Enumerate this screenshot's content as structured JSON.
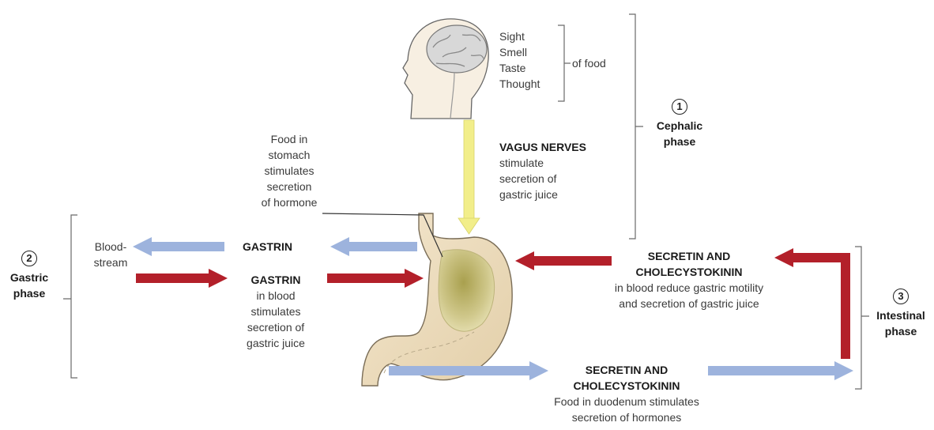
{
  "senses": {
    "items": [
      "Sight",
      "Smell",
      "Taste",
      "Thought"
    ],
    "suffix": "of food"
  },
  "cephalic": {
    "number": "1",
    "label_line1": "Cephalic",
    "label_line2": "phase"
  },
  "gastric": {
    "number": "2",
    "label_line1": "Gastric",
    "label_line2": "phase"
  },
  "intestinal": {
    "number": "3",
    "label_line1": "Intestinal",
    "label_line2": "phase"
  },
  "vagus": {
    "title": "VAGUS NERVES",
    "lines": [
      "stimulate",
      "secretion of",
      "gastric juice"
    ]
  },
  "stomach_food": {
    "lines": [
      "Food in",
      "stomach",
      "stimulates",
      "secretion",
      "of hormone"
    ]
  },
  "gastrin_top": {
    "title": "GASTRIN"
  },
  "bloodstream": {
    "line1": "Blood-",
    "line2": "stream"
  },
  "gastrin_blood": {
    "title": "GASTRIN",
    "lines": [
      "in blood",
      "stimulates",
      "secretion of",
      "gastric juice"
    ]
  },
  "secretin_upper": {
    "title_line1": "SECRETIN AND",
    "title_line2": "CHOLECYSTOKININ",
    "lines": [
      "in blood reduce gastric motility",
      "and secretion of gastric juice"
    ]
  },
  "secretin_lower": {
    "title_line1": "SECRETIN AND",
    "title_line2": "CHOLECYSTOKININ",
    "lines": [
      "Food in duodenum stimulates",
      "secretion of hormones"
    ]
  },
  "colors": {
    "red_arrow": "#b3202a",
    "blue_arrow": "#9db3dd",
    "yellow_arrow": "#f2ee8a",
    "stomach_wall": "#ecdcc0",
    "stomach_content": "#c9c27c",
    "bracket": "#6a6a6a"
  }
}
